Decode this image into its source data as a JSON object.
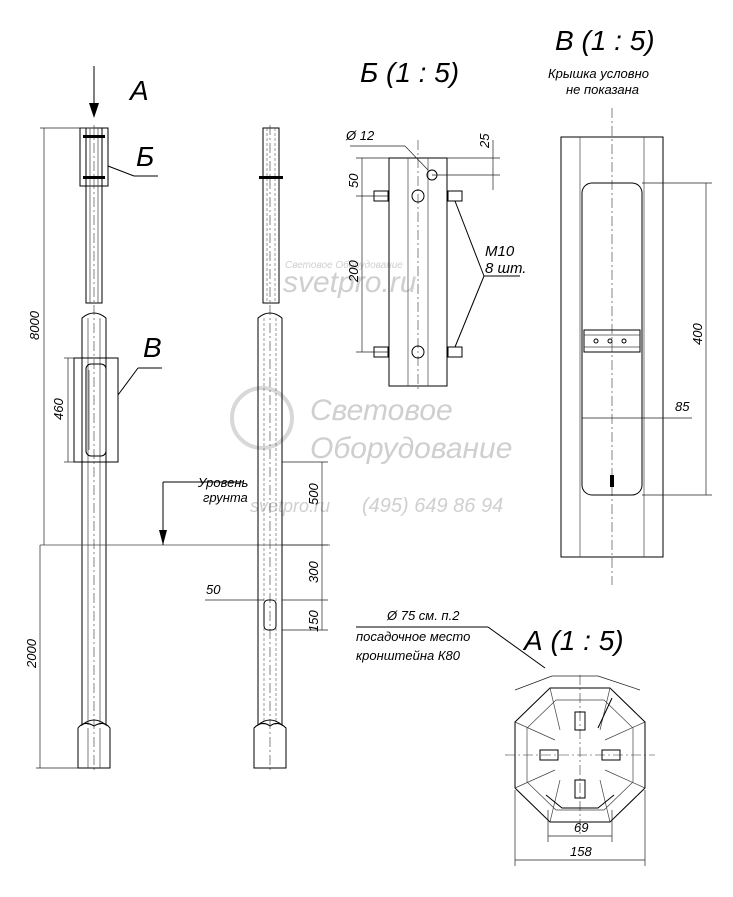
{
  "views": {
    "a_marker": "А",
    "b_marker": "Б",
    "v_marker": "В",
    "b_title": "Б (1 : 5)",
    "v_title": "В (1 : 5)",
    "a_title": "А (1 : 5)"
  },
  "notes": {
    "cover_line1": "Крышка условно",
    "cover_line2": "не показана",
    "ground_line1": "Уровень",
    "ground_line2": "грунта",
    "bolts_line1": "М10",
    "bolts_line2": "8 шт.",
    "seat_line1": "Ø 75 см. п.2",
    "seat_line2": "посадочное место",
    "seat_line3": "кронштейна К80"
  },
  "dimensions": {
    "total_height": "8000",
    "hatch_height": "460",
    "buried_depth": "2000",
    "d500": "500",
    "d300": "300",
    "d150": "150",
    "d50": "50",
    "hole_diameter": "Ø 12",
    "top_offset": "25",
    "first_bolt": "50",
    "bolt_spacing": "200",
    "hatch_window": "400",
    "hatch_width": "85",
    "inner_width": "69",
    "outer_width": "158"
  },
  "watermark": {
    "line1": "Световое",
    "line2": "Оборудование",
    "site": "svetpro.ru",
    "phone": "(495) 649 86 94",
    "small": "Световое Оборудование"
  }
}
